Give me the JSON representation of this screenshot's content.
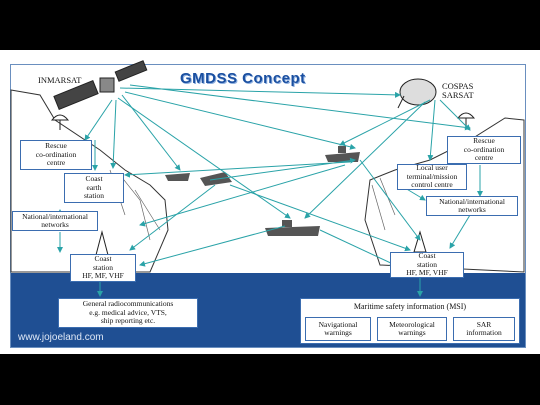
{
  "title": "GMDSS Concept",
  "inmarsat": "INMARSAT",
  "cospas": [
    "COSPAS",
    "SARSAT"
  ],
  "left": {
    "rcc": [
      "Rescue",
      "co-ordination",
      "centre"
    ],
    "ces": [
      "Coast",
      "earth",
      "station"
    ],
    "networks": [
      "National/international",
      "networks"
    ],
    "coast": [
      "Coast",
      "station",
      "HF, MF, VHF"
    ]
  },
  "right": {
    "rcc": [
      "Rescue",
      "co-ordination",
      "centre"
    ],
    "lut": [
      "Local user",
      "terminal/mission",
      "control centre"
    ],
    "networks": [
      "National/international",
      "networks"
    ],
    "coast": [
      "Coast",
      "station",
      "HF, MF, VHF"
    ]
  },
  "general": [
    "General radiocommunications",
    "e.g. medical advice, VTS,",
    "ship reporting etc."
  ],
  "msi": {
    "title": "Maritime safety information (MSI)",
    "nav": [
      "Navigational",
      "warnings"
    ],
    "met": [
      "Meteorological",
      "warnings"
    ],
    "sar": [
      "SAR",
      "information"
    ]
  },
  "watermark": "www.jojoeland.com",
  "colors": {
    "sea": "#1f4f93",
    "arrow": "#2aa3a8",
    "box_border": "#3b6db0",
    "title": "#1a4fa0"
  }
}
